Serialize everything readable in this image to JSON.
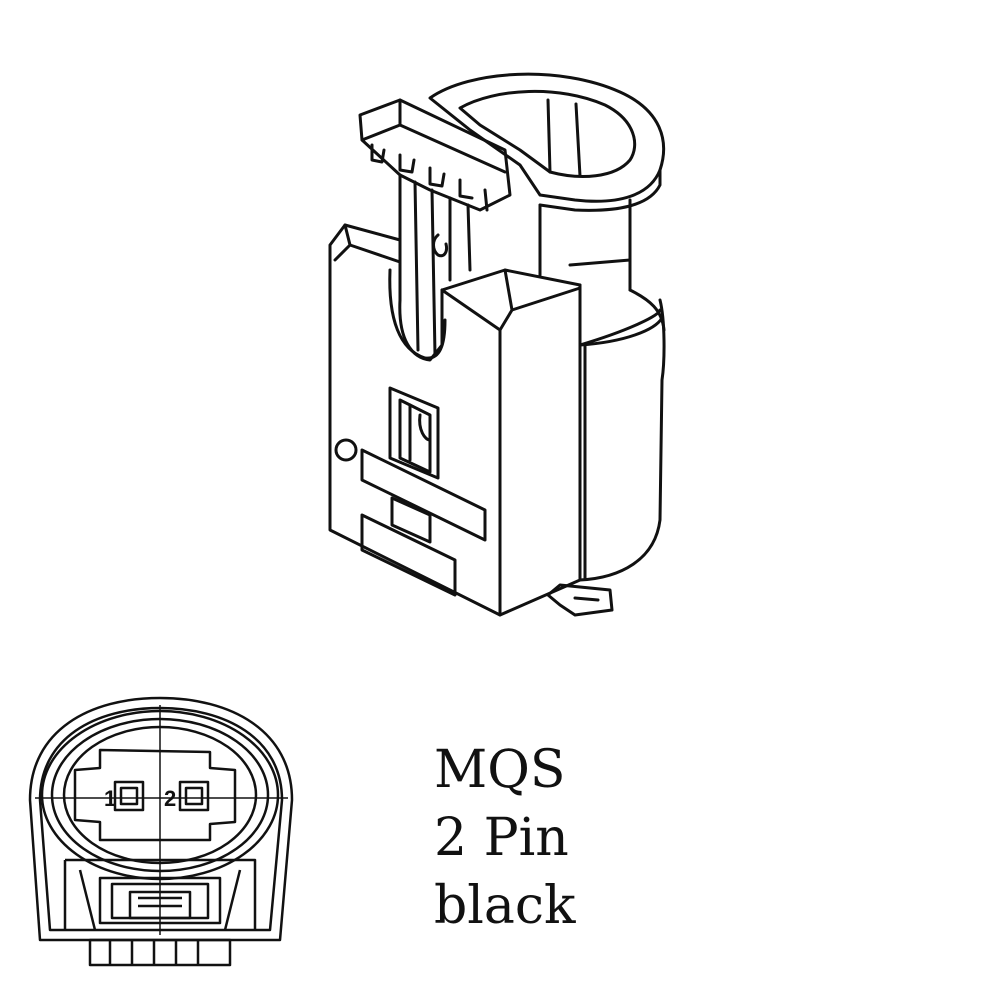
{
  "connector": {
    "type_label": "MQS",
    "pin_label": "2 Pin",
    "color_label": "black"
  },
  "front_view": {
    "pins": [
      {
        "number": "1"
      },
      {
        "number": "2"
      }
    ]
  },
  "colors": {
    "line": "#111111",
    "background": "#ffffff"
  }
}
